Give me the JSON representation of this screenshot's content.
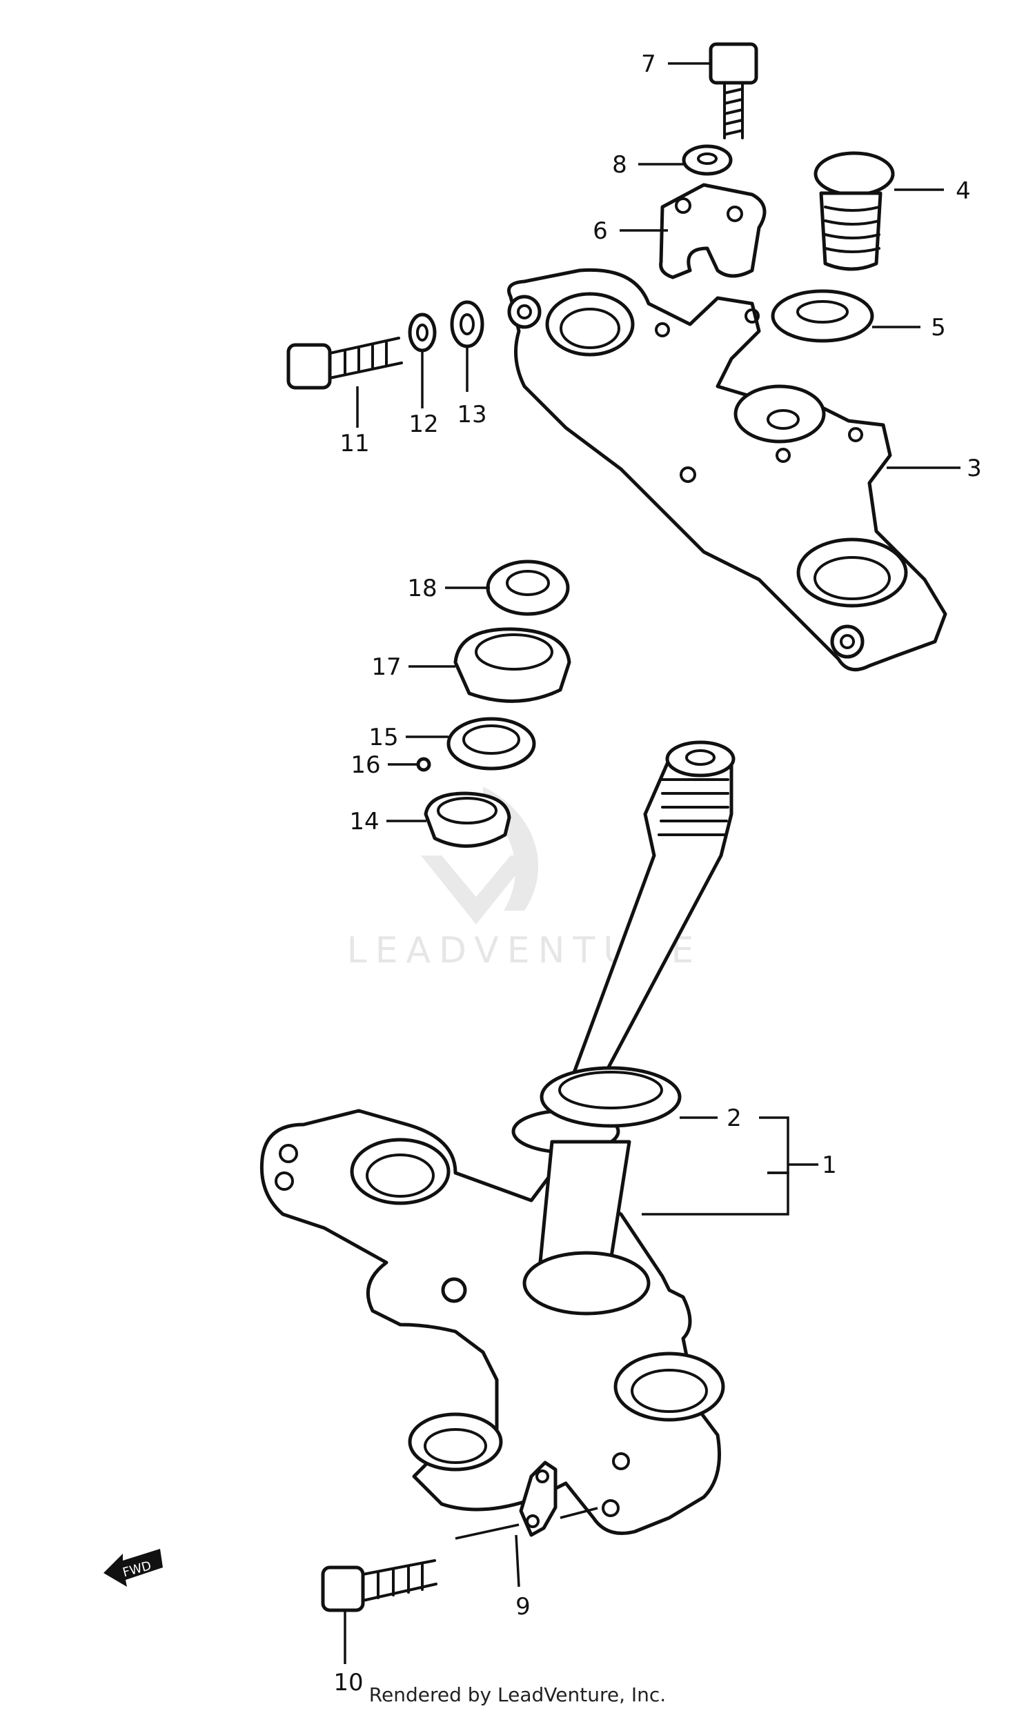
{
  "watermark": "LEADVENTURE",
  "fwd_label": "FWD",
  "footer": "Rendered by LeadVenture, Inc.",
  "callouts": [
    {
      "id": "1",
      "text": "1"
    },
    {
      "id": "2",
      "text": "2"
    },
    {
      "id": "3",
      "text": "3"
    },
    {
      "id": "4",
      "text": "4"
    },
    {
      "id": "5",
      "text": "5"
    },
    {
      "id": "6",
      "text": "6"
    },
    {
      "id": "7",
      "text": "7"
    },
    {
      "id": "8",
      "text": "8"
    },
    {
      "id": "9",
      "text": "9"
    },
    {
      "id": "10",
      "text": "10"
    },
    {
      "id": "11",
      "text": "11"
    },
    {
      "id": "12",
      "text": "12"
    },
    {
      "id": "13",
      "text": "13"
    },
    {
      "id": "14",
      "text": "14"
    },
    {
      "id": "15",
      "text": "15"
    },
    {
      "id": "16",
      "text": "16"
    },
    {
      "id": "17",
      "text": "17"
    },
    {
      "id": "18",
      "text": "18"
    }
  ]
}
